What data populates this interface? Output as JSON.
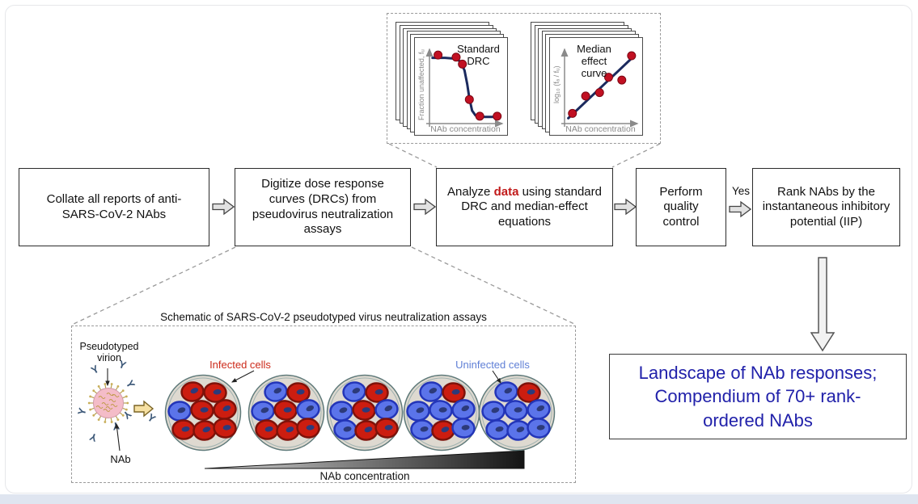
{
  "colors": {
    "accent_red": "#c11a1a",
    "result_blue": "#2121aa",
    "curve_navy": "#1b2a5e",
    "dot_red": "#c11022",
    "dot_stroke": "#7d0714",
    "axis_gray": "#8a8a8a",
    "cell_blue": "#5b74ea",
    "cell_blue_stroke": "#2335b8",
    "cell_red": "#cc1d10",
    "cell_red_stroke": "#7e120a",
    "cell_nucleus": "#2c3a7a",
    "well_fill": "#ded9d0",
    "well_ring": "#5f7a7a",
    "infected_label_red": "#cc2a1a",
    "uninfected_label_blue": "#5f7fd6",
    "yellow_arrow_fill": "#f6e0a2",
    "virion_pink": "#f4bcc8"
  },
  "flow": {
    "box1": "Collate all reports of anti-SARS-CoV-2 NAbs",
    "box2": "Digitize dose response curves (DRCs) from pseudovirus neutralization assays",
    "box3_prefix": "Analyze ",
    "box3_highlight": "data",
    "box3_suffix": " using standard DRC and median-effect equations",
    "box4": "Perform quality control",
    "box5": "Rank NAbs by the instantaneous inhibitory potential (IIP)",
    "yes_label": "Yes"
  },
  "chart_data": [
    {
      "type": "line",
      "title": "Standard DRC",
      "xlabel": "NAb concentration",
      "ylabel": "Fraction unaffected, fᵤ",
      "axes": "schematic, no tick labels",
      "curve": [
        [
          0.02,
          0.9
        ],
        [
          0.2,
          0.9
        ],
        [
          0.33,
          0.89
        ],
        [
          0.42,
          0.85
        ],
        [
          0.48,
          0.72
        ],
        [
          0.52,
          0.52
        ],
        [
          0.55,
          0.32
        ],
        [
          0.59,
          0.14
        ],
        [
          0.64,
          0.07
        ],
        [
          0.75,
          0.05
        ],
        [
          0.97,
          0.05
        ]
      ],
      "points": [
        [
          0.1,
          0.94
        ],
        [
          0.36,
          0.91
        ],
        [
          0.45,
          0.81
        ],
        [
          0.55,
          0.3
        ],
        [
          0.7,
          0.06
        ],
        [
          0.95,
          0.06
        ]
      ]
    },
    {
      "type": "scatter",
      "title": "Median effect curve",
      "xlabel": "NAb concentration",
      "ylabel": "log₁₀ (fₐ / fᵤ)",
      "axes": "schematic, no tick labels",
      "curve": [
        [
          0.03,
          0.03
        ],
        [
          0.97,
          0.92
        ]
      ],
      "points": [
        [
          0.09,
          0.1
        ],
        [
          0.28,
          0.35
        ],
        [
          0.48,
          0.4
        ],
        [
          0.61,
          0.62
        ],
        [
          0.8,
          0.58
        ],
        [
          0.94,
          0.93
        ]
      ]
    }
  ],
  "schematic": {
    "title": "Schematic of SARS-CoV-2 pseudotyped virus neutralization assays",
    "virion_label": "Pseudotyped virion",
    "nab_label": "NAb",
    "infected_label": "Infected cells",
    "uninfected_label": "Uninfected cells",
    "wedge_label": "NAb concentration",
    "antibody_glyph": "Y",
    "wells": [
      {
        "cells": [
          "red",
          "red",
          "blue",
          "red",
          "red",
          "red",
          "red",
          "red"
        ]
      },
      {
        "cells": [
          "blue",
          "red",
          "blue",
          "red",
          "blue",
          "red",
          "red",
          "red"
        ]
      },
      {
        "cells": [
          "blue",
          "red",
          "blue",
          "red",
          "blue",
          "blue",
          "red",
          "red"
        ]
      },
      {
        "cells": [
          "blue",
          "red",
          "blue",
          "blue",
          "blue",
          "blue",
          "red",
          "blue"
        ]
      },
      {
        "cells": [
          "blue",
          "red",
          "blue",
          "blue",
          "blue",
          "blue",
          "blue",
          "blue"
        ]
      }
    ]
  },
  "result": {
    "line1": "Landscape of NAb responses;",
    "line2": "Compendium of 70+ rank-",
    "line3": "ordered NAbs"
  }
}
